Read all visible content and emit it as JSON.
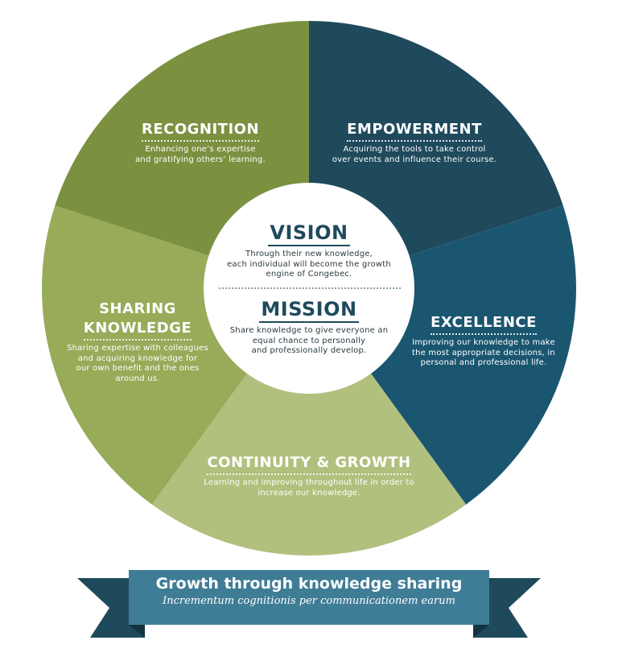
{
  "colors": {
    "recognition": "#7c9140",
    "empowerment": "#1e4a5c",
    "excellence": "#1b5670",
    "continuity": "#b1c07d",
    "sharing": "#97ab59",
    "center": "#ffffff",
    "banner_dark": "#1e4a5c",
    "banner_main": "#3f7d96"
  },
  "segments": {
    "recognition": {
      "title": "RECOGNITION",
      "desc": [
        "Enhancing one’s expertise",
        "and gratifying others’ learning."
      ]
    },
    "empowerment": {
      "title": "EMPOWERMENT",
      "desc": [
        "Acquiring the tools to take control",
        "over events and influence their course."
      ]
    },
    "excellence": {
      "title": "EXCELLENCE",
      "desc": [
        "Improving our knowledge to make",
        "the most appropriate decisions, in",
        "personal and professional life."
      ]
    },
    "continuity": {
      "title": "CONTINUITY & GROWTH",
      "desc": [
        "Learning and improving throughout life in order to",
        "increase our knowledge."
      ]
    },
    "sharing": {
      "title": [
        "SHARING",
        "KNOWLEDGE"
      ],
      "desc": [
        "Sharing expertise with colleagues",
        "and acquiring knowledge for",
        "our own benefit and the ones",
        "around us."
      ]
    }
  },
  "center": {
    "vision": {
      "title": "VISION",
      "desc": [
        "Through their new knowledge,",
        "each individual will become the growth",
        "engine of Congebec."
      ]
    },
    "mission": {
      "title": "MISSION",
      "desc": [
        "Share knowledge to give everyone an",
        "equal chance to personally",
        "and professionally develop."
      ]
    }
  },
  "banner": {
    "title": "Growth through knowledge sharing",
    "subtitle": "Incrementum cognitionis per communicationem earum"
  }
}
